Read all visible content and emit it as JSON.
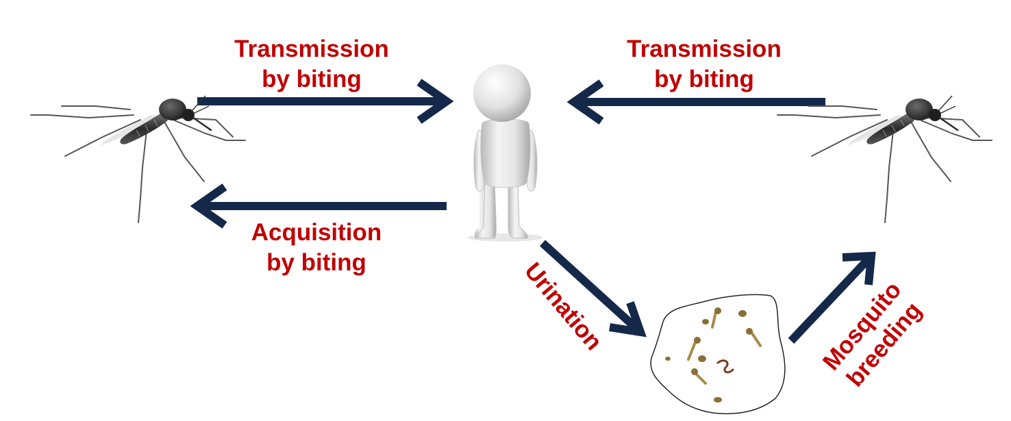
{
  "colors": {
    "arrow": "#14284a",
    "label": "#c00000",
    "mosquito_body": "#3a3a3a",
    "mosquito_leg": "#555555",
    "figure": "#e6e6e6",
    "puddle_outline": "#222222",
    "larva": "#a88a4a"
  },
  "labels": {
    "transmission_left": [
      "Transmission",
      "by biting"
    ],
    "transmission_right": [
      "Transmission",
      "by biting"
    ],
    "acquisition": [
      "Acquisition",
      "by biting"
    ],
    "urination": "Urination",
    "mosquito_breeding": [
      "Mosquito",
      "breeding"
    ]
  },
  "nodes": {
    "left": "mosquito-icon",
    "center": "human-figure-icon",
    "right": "mosquito-icon",
    "bottom": "larvae-puddle-icon"
  }
}
